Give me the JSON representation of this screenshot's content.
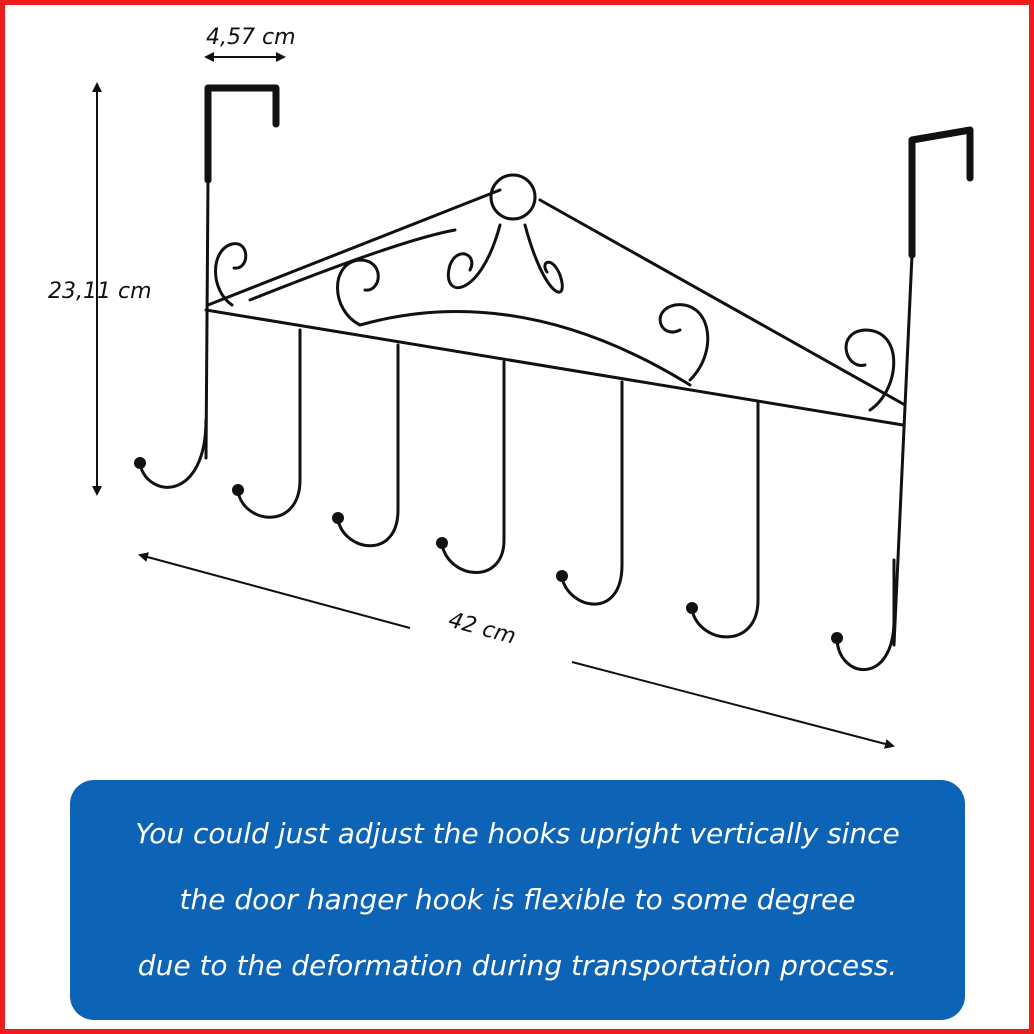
{
  "dimensions": {
    "hook_depth": "4,57 cm",
    "height": "23,11 cm",
    "width": "42 cm"
  },
  "note": {
    "lines": [
      "You could just adjust the hooks upright vertically since",
      "the door hanger hook is flexible to some degree",
      "due to the deformation during transportation process."
    ]
  },
  "colors": {
    "border": "#ee1c1c",
    "note_background": "#0d63b5",
    "note_text": "#ffffff",
    "metal": "#111111"
  },
  "hook_count": 7
}
